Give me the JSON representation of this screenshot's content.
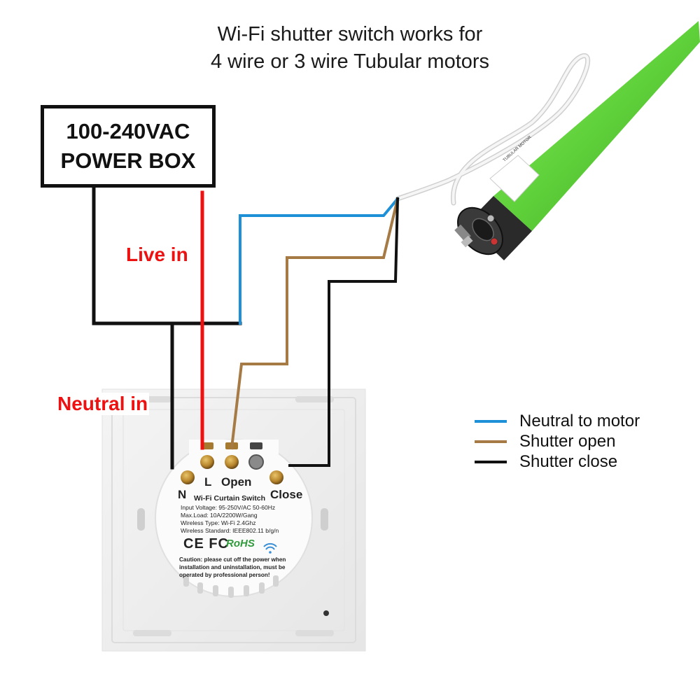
{
  "title": {
    "line1": "Wi-Fi shutter switch works for",
    "line2": "4 wire or 3 wire Tubular motors"
  },
  "power_box": {
    "line1": "100-240VAC",
    "line2": "POWER BOX"
  },
  "labels": {
    "live_in": "Live in",
    "neutral_in": "Neutral in"
  },
  "legend": [
    {
      "color": "#1e90d8",
      "label": "Neutral to motor"
    },
    {
      "color": "#a57a45",
      "label": "Shutter open"
    },
    {
      "color": "#111111",
      "label": "Shutter close"
    }
  ],
  "wire_colors": {
    "live": "#ee1111",
    "neutral": "#111111",
    "neutral_to_motor": "#1e90d8",
    "shutter_open": "#a57a45",
    "shutter_close": "#111111"
  },
  "switch": {
    "terminals": {
      "n": "N",
      "l": "L",
      "open": "Open",
      "close": "Close"
    },
    "name": "Wi-Fi Curtain Switch",
    "specs": [
      "Input Voltage: 95-250V/AC 50-60Hz",
      "Max.Load: 10A/2200W/Gang",
      "Wireless Type: Wi-Fi 2.4Ghz",
      "Wireless Standard: IEEE802.11 b/g/n"
    ],
    "certifications": "CE FC",
    "rohs": "RoHS",
    "caution": [
      "Caution: please cut off the power when",
      "installation and uninstallation, must be",
      "operated by professional person!"
    ]
  },
  "motor": {
    "label": "TUBULAR MOTOR",
    "color": "#5fd13a"
  }
}
